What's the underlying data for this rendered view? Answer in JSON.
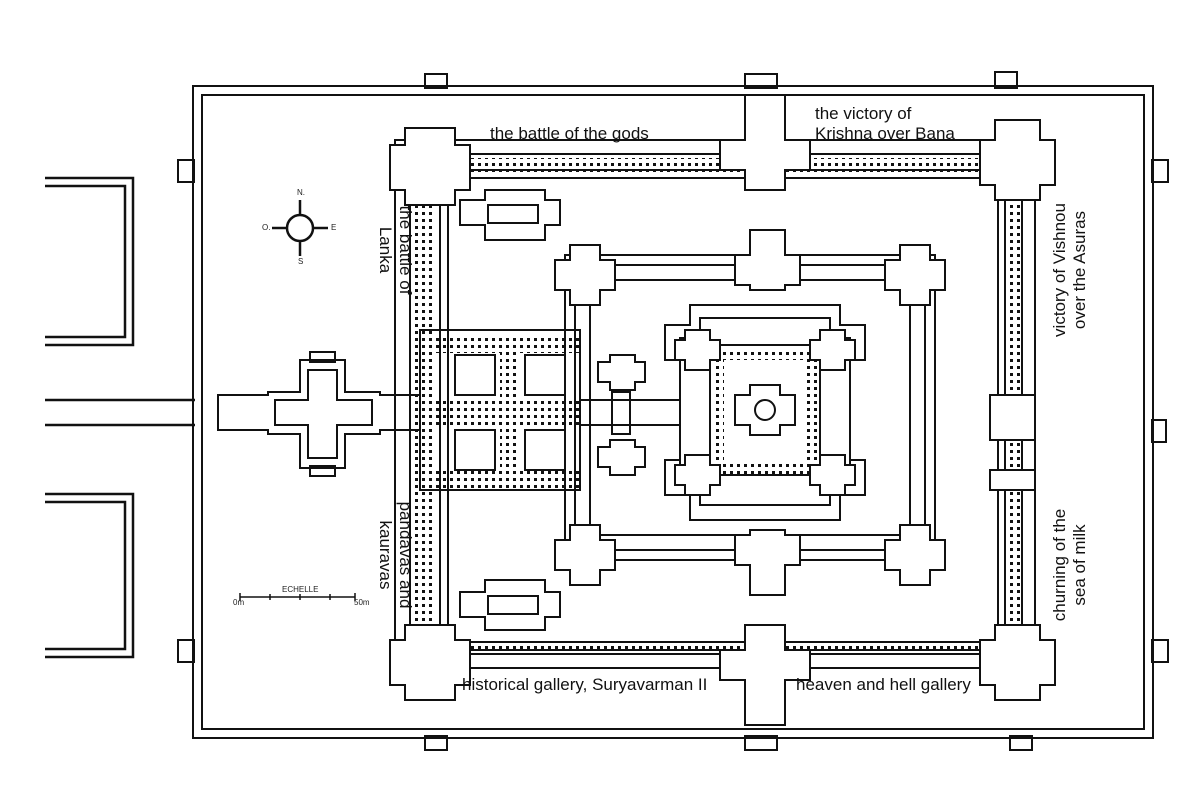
{
  "labels": {
    "top_left": "the battle of the gods",
    "top_right_line1": "the victory of",
    "top_right_line2": "Krishna over Bana",
    "left_upper_line1": "the battle of",
    "left_upper_line2": "Lanka",
    "left_lower_line1": "pandavas and",
    "left_lower_line2": "kauravas",
    "right_upper_line1": "victory of Vishnou",
    "right_upper_line2": "over the Asuras",
    "right_lower_line1": "churning of the",
    "right_lower_line2": "sea of milk",
    "bottom_left": "historical gallery, Suryavarman II",
    "bottom_right": "heaven and hell gallery"
  },
  "compass": {
    "north": "N.",
    "south": "S",
    "east": "E",
    "west": "O."
  },
  "scale": {
    "title": "ECHELLE",
    "start": "0m",
    "end": "50m"
  }
}
